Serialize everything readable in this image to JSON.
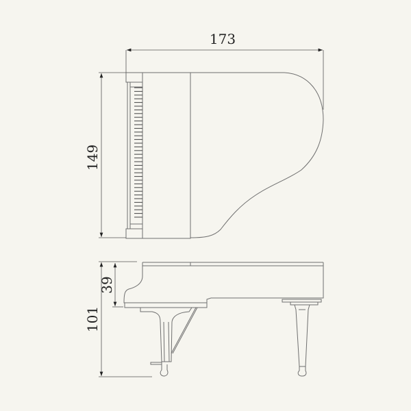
{
  "diagram": {
    "dimensions": {
      "width": "173",
      "depth": "149",
      "body_height": "39",
      "total_height": "101"
    },
    "colors": {
      "background": "#f6f5ef",
      "lines": "#6f6f6f",
      "text": "#222222"
    }
  }
}
